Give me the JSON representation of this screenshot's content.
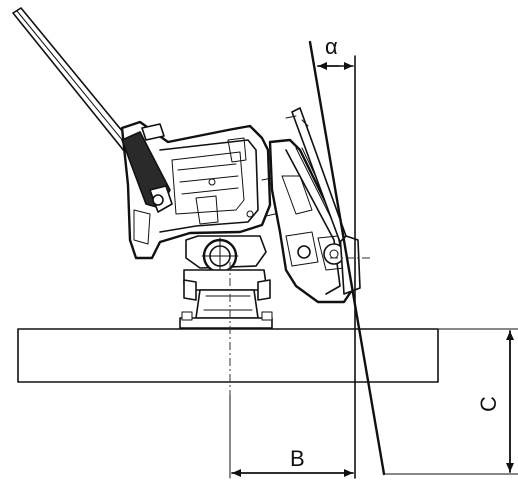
{
  "diagram": {
    "labels": {
      "angle": "α",
      "horizontal_distance": "B",
      "vertical_distance": "C"
    }
  }
}
